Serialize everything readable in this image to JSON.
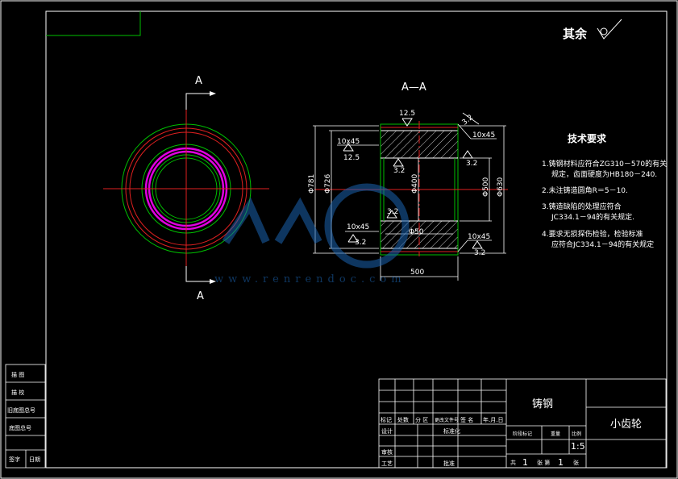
{
  "surface_finish": {
    "label": "其余"
  },
  "section": {
    "label_top": "A",
    "label_bottom": "A",
    "title": "A—A"
  },
  "dimensions": {
    "d1": "Φ781",
    "d2": "Φ726",
    "d3": "Φ400",
    "d4": "Φ500",
    "d5": "Φ630",
    "d6": "Φ50",
    "length": "500",
    "r_top": "12.5",
    "r_left": "12.5",
    "r_right_top": "3.2",
    "r_right_mid": "3.2",
    "r_inner": "3.2",
    "r_bottom_left": "3.2",
    "r_bottom_mid": "3.2",
    "r_bottom_right": "3.2",
    "r_corner": "3.2",
    "chamfer_tl": "10x45",
    "chamfer_tr": "10x45",
    "chamfer_bl": "10x45",
    "chamfer_br": "10x45"
  },
  "requirements": {
    "title": "技术要求",
    "items": [
      "1.铸钢材料应符合ZG310－570的有关",
      "规定，齿面硬度为HB180－240.",
      "2.未注铸造圆角R＝5－10.",
      "3.铸造缺陷的处理应符合",
      "JC334.1－94的有关规定.",
      "4.要求无损探伤检验，检验标准",
      "应符合JC334.1－94的有关规定"
    ]
  },
  "watermark": {
    "url": "www.renrendoc.com"
  },
  "left_block": [
    "描 图",
    "描 校",
    "旧底图总号",
    "底图总号",
    "签字",
    "日期"
  ],
  "title_block": {
    "material": "铸钢",
    "part_name": "小齿轮",
    "scale": "1:5",
    "row_labels": [
      "标记",
      "处数",
      "分 区",
      "更改文件号",
      "签 名",
      "年.月.日"
    ],
    "design": "设计",
    "standard": "标准化",
    "review": "审核",
    "process": "工艺",
    "approve": "批准",
    "stage": "阶段标记",
    "weight": "重量",
    "ratio": "比例",
    "sheets_total": "共",
    "sheets_total_n": "1",
    "sheet": "张 第",
    "sheet_n": "1",
    "sheet_end": "张"
  }
}
